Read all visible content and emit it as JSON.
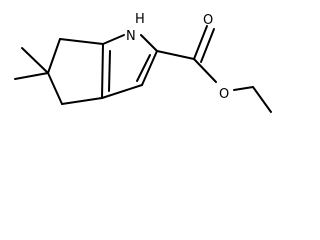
{
  "molecule": {
    "atoms": {
      "n1": "N",
      "h1": "H",
      "o1": "O",
      "o2": "O"
    }
  }
}
